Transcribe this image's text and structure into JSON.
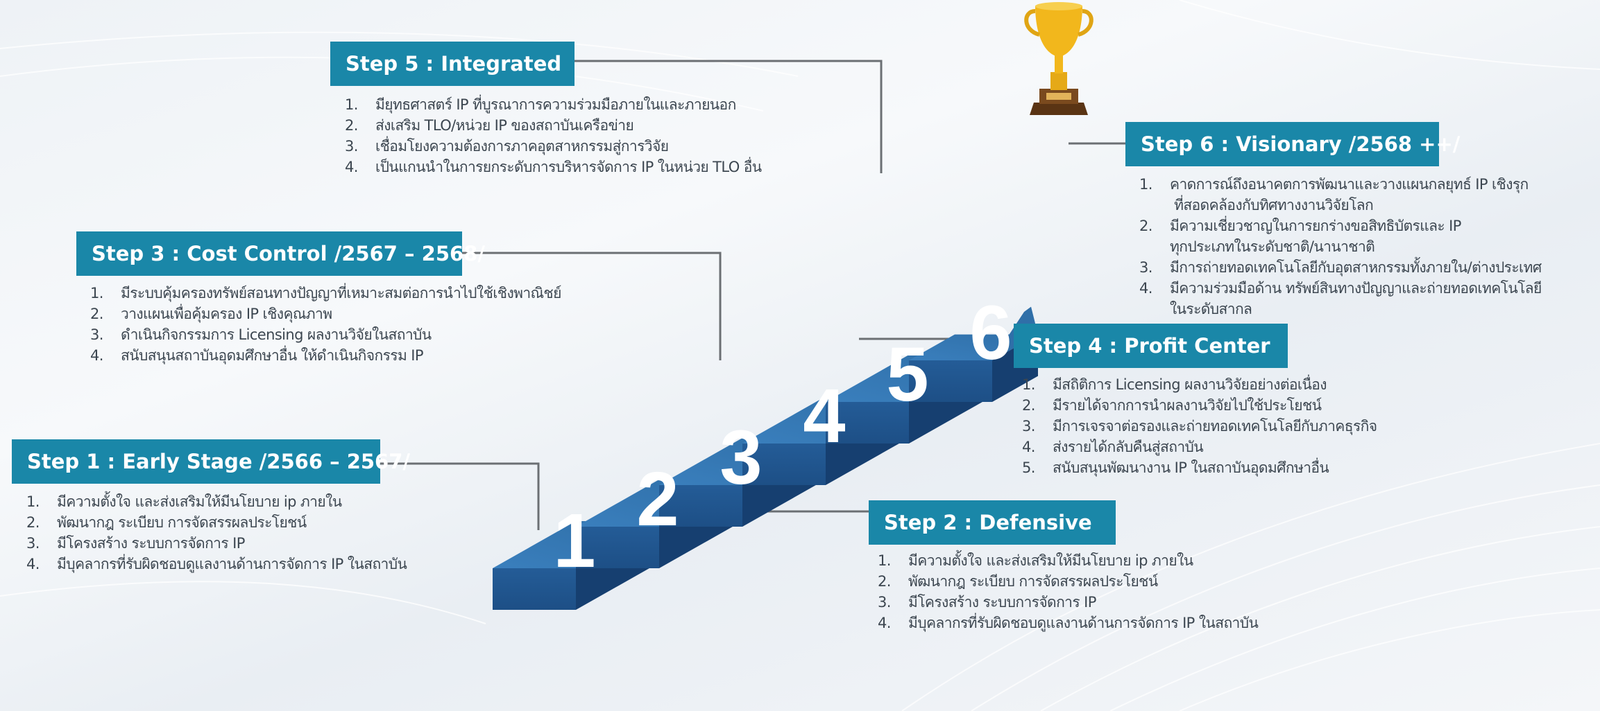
{
  "steps": [
    {
      "number": "1",
      "title": "Step 1 : Early Stage /2566 – 2567/",
      "items": [
        "มีความตั้งใจ และส่งเสริมให้มีนโยบาย ip ภายใน",
        "พัฒนากฎ ระเบียบ การจัดสรรผลประโยชน์",
        "มีโครงสร้าง ระบบการจัดการ IP",
        "มีบุคลากรที่รับผิดชอบดูแลงานด้านการจัดการ IP ในสถาบัน"
      ]
    },
    {
      "number": "2",
      "title": "Step 2 : Defensive",
      "items": [
        "มีความตั้งใจ และส่งเสริมให้มีนโยบาย ip ภายใน",
        "พัฒนากฎ ระเบียบ การจัดสรรผลประโยชน์",
        "มีโครงสร้าง ระบบการจัดการ IP",
        "มีบุคลากรที่รับผิดชอบดูแลงานด้านการจัดการ IP ในสถาบัน"
      ]
    },
    {
      "number": "3",
      "title": "Step 3 : Cost Control /2567 – 2568/",
      "items": [
        "มีระบบคุ้มครองทรัพย์สอนทางปัญญาที่เหมาะสมต่อการนำไปใช้เชิงพาณิชย์",
        "วางแผนเพื่อคุ้มครอง IP เชิงคุณภาพ",
        "ดำเนินกิจกรรมการ Licensing ผลงานวิจัยในสถาบัน",
        "สนับสนุนสถาบันอุดมศึกษาอื่น ให้ดำเนินกิจกรรม IP"
      ]
    },
    {
      "number": "4",
      "title": "Step 4 : Profit Center",
      "items": [
        "มีสถิติการ Licensing ผลงานวิจัยอย่างต่อเนื่อง",
        "มีรายได้จากการนำผลงานวิจัยไปใช้ประโยชน์",
        "มีการเจรจาต่อรองและถ่ายทอดเทคโนโลยีกับภาคธุรกิจ",
        "ส่งรายได้กลับคืนสู่สถาบัน",
        "สนับสนุนพัฒนางาน IP ในสถาบันอุดมศึกษาอื่น"
      ]
    },
    {
      "number": "5",
      "title": "Step 5 : Integrated",
      "items": [
        "มียุทธศาสตร์ IP ที่บูรณาการความร่วมมือภายในและภายนอก",
        "ส่งเสริม TLO/หน่วย IP ของสถาบันเครือข่าย",
        "เชื่อมโยงความต้องการภาคอุตสาหกรรมสู่การวิจัย",
        "เป็นแกนนำในการยกระดับการบริหารจัดการ IP ในหน่วย TLO อื่น"
      ]
    },
    {
      "number": "6",
      "title": "Step 6 : Visionary /2568 ++/",
      "items": [
        "คาดการณ์ถึงอนาคตการพัฒนาและวางแผนกลยุทธ์ IP เชิงรุก\n ที่สอดคล้องกับทิศทางงานวิจัยโลก",
        "มีความเชี่ยวชาญในการยกร่างขอสิทธิบัตรและ IP\nทุกประเภทในระดับชาติ/นานาชาติ",
        "มีการถ่ายทอดเทคโนโลยีกับอุตสาหกรรมทั้งภายใน/ต่างประเทศ",
        "มีความร่วมมือด้าน ทรัพย์สินทางปัญญาและถ่ายทอดเทคโนโลยี\nในระดับสากล"
      ]
    }
  ],
  "item_numbers": [
    "1.",
    "2.",
    "3.",
    "4.",
    "5."
  ],
  "colors": {
    "header_bg": "#1a87a8",
    "stair_top": "#2f6fa8",
    "stair_front": "#1d4f86",
    "stair_side": "#163f70",
    "connector": "#6b6f73",
    "text": "#3c4650",
    "trophy": "#f2b71c"
  },
  "icons": {
    "trophy": "trophy-icon"
  }
}
